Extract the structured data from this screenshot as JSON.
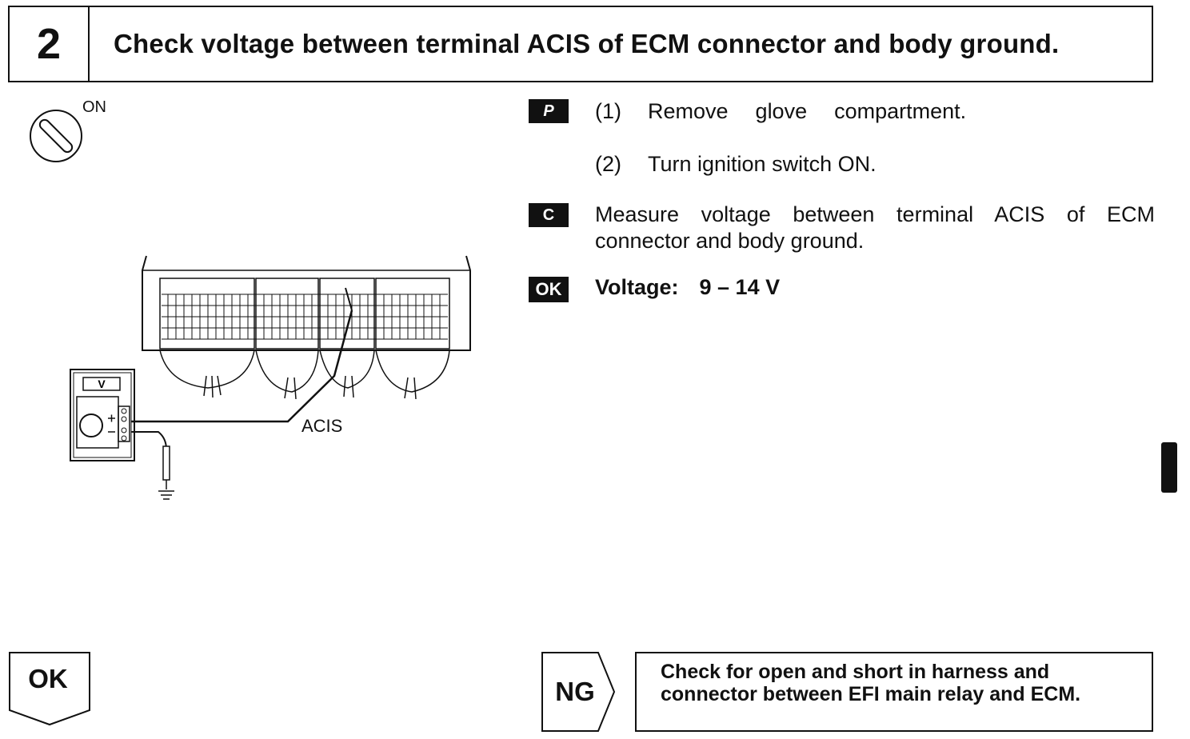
{
  "header": {
    "step_number": "2",
    "title": "Check voltage between terminal ACIS of ECM connector and body ground."
  },
  "diagram": {
    "ignition_label": "ON",
    "meter_mode": "V",
    "terminal_label": "ACIS"
  },
  "instructions": {
    "p_badge": "P",
    "step1_num": "(1)",
    "step1_words": [
      "Remove",
      "glove",
      "compartment."
    ],
    "step2_num": "(2)",
    "step2_text": "Turn ignition switch ON.",
    "c_badge": "C",
    "measure_text": "Measure voltage between terminal ACIS of ECM connector and body ground.",
    "ok_badge": "OK",
    "voltage_label": "Voltage:",
    "voltage_value": "9 – 14 V"
  },
  "result_ok": {
    "label": "OK"
  },
  "result_ng": {
    "label": "NG",
    "line1": "Check for open and short in harness and",
    "line2": "connector between EFI main relay and ECM."
  }
}
